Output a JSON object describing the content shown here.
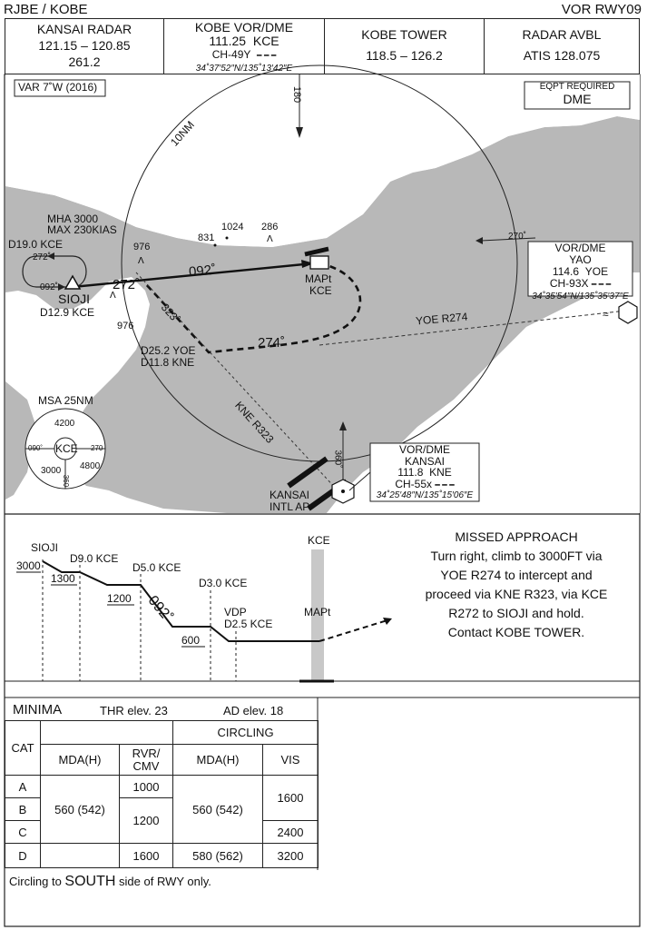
{
  "header": {
    "airport": "RJBE / KOBE",
    "procedure": "VOR RWY09"
  },
  "comms": {
    "kansai_radar": {
      "name": "KANSAI RADAR",
      "freq1": "121.15 – 120.85",
      "freq2": "261.2"
    },
    "kobe_vor": {
      "name": "KOBE VOR/DME",
      "freq": "111.25",
      "ident": "KCE",
      "channel": "CH-49Y",
      "coords": "34˚37′52″N/135˚13′42″E"
    },
    "kobe_tower": {
      "name": "KOBE  TOWER",
      "freq": "118.5 – 126.2"
    },
    "radar": {
      "name": "RADAR  AVBL",
      "atis": "ATIS  128.075"
    }
  },
  "plan": {
    "var": "VAR 7˚W (2016)",
    "eqpt_label": "EQPT REQUIRED",
    "eqpt_value": "DME",
    "ring": "10NM",
    "radial_180": "180",
    "mha": "MHA 3000",
    "maxkias": "MAX 230KIAS",
    "d19": "D19.0 KCE",
    "hold_272": "272˚",
    "hold_092": "092˚",
    "sioji": "SIOJI",
    "sioji_dme": "D12.9 KCE",
    "obst_976a": "976",
    "obst_976b": "976",
    "obst_831": "831",
    "obst_1024": "1024",
    "obst_286": "286",
    "course_092": "092˚",
    "course_272": "272˚",
    "mapt": "MAPt",
    "mapt_kce": "KCE",
    "r323": "323˚",
    "d25": "D25.2 YOE",
    "d11": "D11.8 KNE",
    "course_274": "274˚",
    "yoe_r274": "YOE R274",
    "kne_r323": "KNE R323",
    "r270": "270˚",
    "r360": "360˚",
    "yao": {
      "title": "VOR/DME",
      "name": "YAO",
      "freq": "114.6",
      "ident": "YOE",
      "channel": "CH-93X",
      "coords": "34˚35′54″N/135˚35′37″E"
    },
    "kansai": {
      "title": "VOR/DME",
      "name": "KANSAI",
      "freq": "111.8",
      "ident": "KNE",
      "channel": "CH-55x",
      "coords": "34˚25′48″N/135˚15′06″E"
    },
    "kansai_ap1": "KANSAI",
    "kansai_ap2": "INTL AP",
    "msa": {
      "title": "MSA 25NM",
      "center": "KCE",
      "north": "4200",
      "southwest": "3000",
      "southeast": "4800",
      "r090": "090˚",
      "r270": "270",
      "r360": "360"
    }
  },
  "profile": {
    "sioji": "SIOJI",
    "alt3000": "3000",
    "d9": "D9.0 KCE",
    "alt1300": "1300",
    "d5": "D5.0 KCE",
    "alt1200": "1200",
    "course": "092˚",
    "d3": "D3.0 KCE",
    "vdp": "VDP",
    "d25": "D2.5 KCE",
    "alt600": "600",
    "kce": "KCE",
    "mapt": "MAPt"
  },
  "missed": {
    "title": "MISSED APPROACH",
    "lines": [
      "Turn right, climb to 3000FT via",
      "YOE R274 to intercept and",
      "proceed via KNE R323, via KCE",
      "R272 to SIOJI and hold.",
      "Contact KOBE TOWER."
    ]
  },
  "minima": {
    "title": "MINIMA",
    "thr": "THR elev. 23",
    "ad": "AD elev. 18",
    "circling": "CIRCLING",
    "cat": "CAT",
    "mda": "MDA(H)",
    "rvr1": "RVR/",
    "rvr2": "CMV",
    "mda2": "MDA(H)",
    "vis": "VIS",
    "cats": [
      "A",
      "B",
      "C",
      "D"
    ],
    "straight_mda": "560 (542)",
    "rvr_a": "1000",
    "rvr_bc": "1200",
    "rvr_d": "1600",
    "circ_mda_abc": "560 (542)",
    "circ_mda_d": "580 (562)",
    "vis_ab": "1600",
    "vis_c": "2400",
    "vis_d": "3200",
    "note_prefix": "Circling to ",
    "note_emph": "SOUTH",
    "note_suffix": " side of RWY only."
  }
}
